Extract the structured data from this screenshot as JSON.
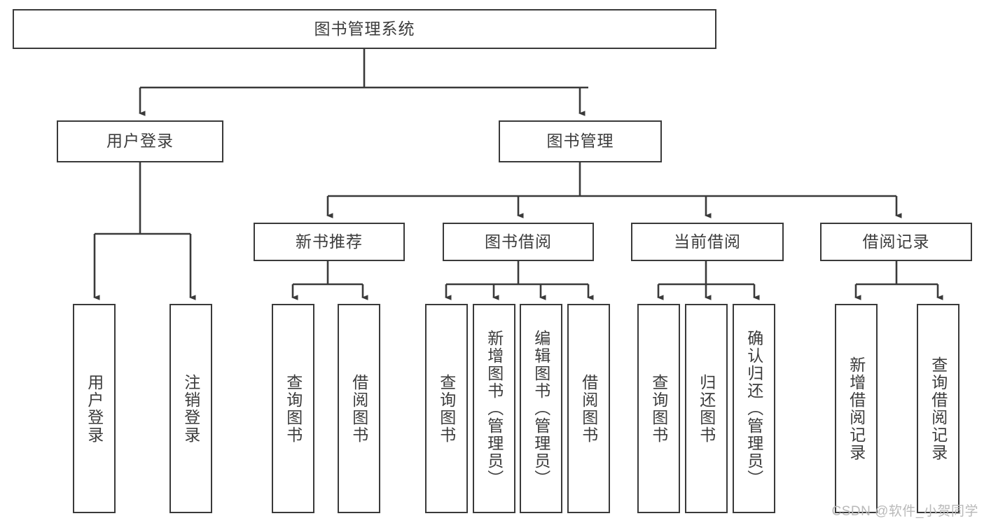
{
  "diagram": {
    "title": "图书管理系统",
    "type": "hierarchy-tree",
    "watermark": "CSDN @软件_小贺同学",
    "colors": {
      "stroke": "#3a3a3a",
      "text": "#3c3c3c",
      "background": "#ffffff",
      "watermark": "#b9b9b9"
    },
    "nodes": {
      "root": {
        "label": "图书管理系统"
      },
      "level2": [
        {
          "label": "用户登录"
        },
        {
          "label": "图书管理"
        }
      ],
      "level3": [
        {
          "label": "新书推荐"
        },
        {
          "label": "图书借阅"
        },
        {
          "label": "当前借阅"
        },
        {
          "label": "借阅记录"
        }
      ],
      "leaves_user_login": [
        {
          "label": "用户登录"
        },
        {
          "label": "注销登录"
        }
      ],
      "leaves_new_books": [
        {
          "label": "查询图书"
        },
        {
          "label": "借阅图书"
        }
      ],
      "leaves_borrow": [
        {
          "label": "查询图书"
        },
        {
          "label": "新增图书（管理员）"
        },
        {
          "label": "编辑图书（管理员）"
        },
        {
          "label": "借阅图书"
        }
      ],
      "leaves_current": [
        {
          "label": "查询图书"
        },
        {
          "label": "归还图书"
        },
        {
          "label": "确认归还（管理员）"
        }
      ],
      "leaves_records": [
        {
          "label": "新增借阅记录"
        },
        {
          "label": "查询借阅记录"
        }
      ]
    }
  }
}
